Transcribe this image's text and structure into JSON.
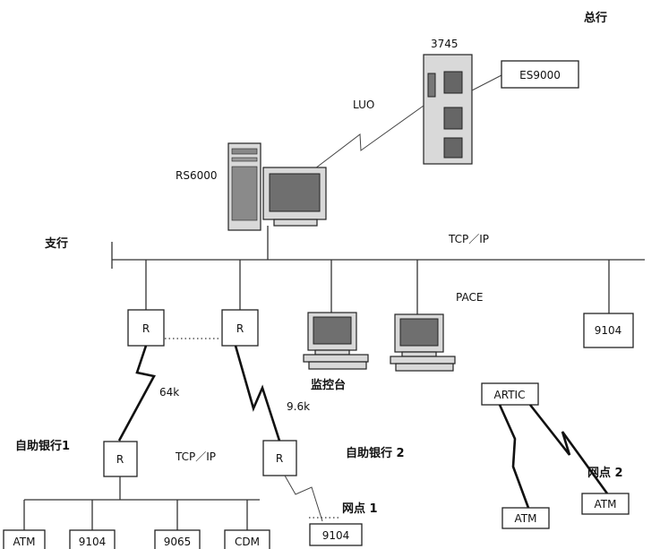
{
  "labels": {
    "hq": "总行",
    "branch": "支行",
    "node_3745": "3745",
    "es9000": "ES9000",
    "luo": "LUO",
    "rs6000": "RS6000",
    "tcpip_top": "TCP／IP",
    "pace": "PACE",
    "r1": "R",
    "r2": "R",
    "r3": "R",
    "r4": "R",
    "t9104_right": "9104",
    "monitor_station": "监控台",
    "link_64k": "64k",
    "link_96k": "9.6k",
    "artic": "ARTIC",
    "self_bank1": "自助银行1",
    "tcpip_bottom": "TCP／IP",
    "self_bank2": "自助银行 2",
    "outlet1": "网点 1",
    "outlet2": "网点 2",
    "atm_left": "ATM",
    "t9104_left": "9104",
    "t9065": "9065",
    "cdm": "CDM",
    "t9104_outlet": "9104",
    "atm_artic1": "ATM",
    "atm_artic2": "ATM"
  }
}
